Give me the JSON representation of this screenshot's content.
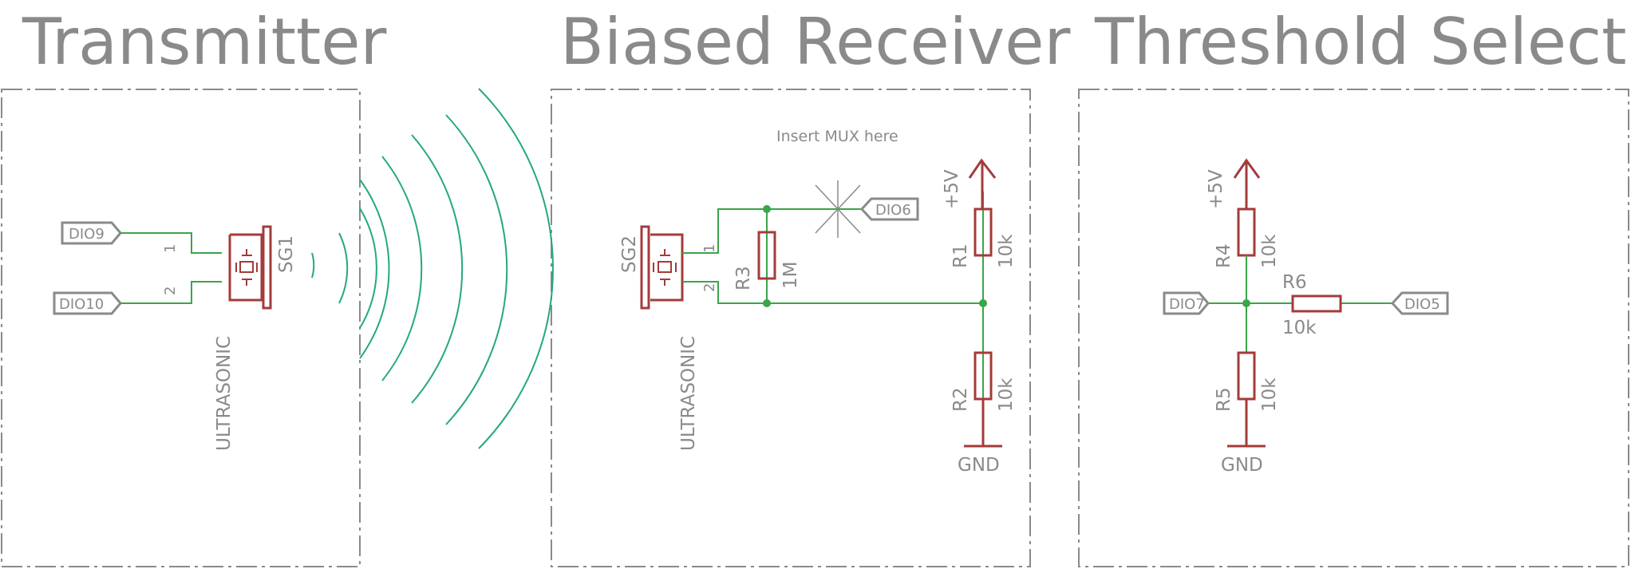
{
  "sections": {
    "transmitter": "Transmitter",
    "receiver": "Biased Receiver",
    "threshold": "Threshold Select"
  },
  "transmitter": {
    "ports": {
      "in_a": "DIO9",
      "in_b": "DIO10"
    },
    "pins": {
      "p1": "1",
      "p2": "2"
    },
    "part": {
      "name": "SG1",
      "value": "ULTRASONIC"
    }
  },
  "receiver": {
    "port_out": "DIO6",
    "note": "Insert MUX here",
    "pins": {
      "p1": "1",
      "p2": "2"
    },
    "part": {
      "name": "SG2",
      "value": "ULTRASONIC"
    },
    "r3": {
      "name": "R3",
      "value": "1M"
    },
    "r1": {
      "name": "R1",
      "value": "10k"
    },
    "r2": {
      "name": "R2",
      "value": "10k"
    },
    "supply": "+5V",
    "ground": "GND"
  },
  "threshold": {
    "port_in": "DIO7",
    "port_out": "DIO5",
    "r4": {
      "name": "R4",
      "value": "10k"
    },
    "r5": {
      "name": "R5",
      "value": "10k"
    },
    "r6": {
      "name": "R6",
      "value": "10k"
    },
    "supply": "+5V",
    "ground": "GND"
  },
  "colors": {
    "wire": "#3aa54a",
    "component": "#a43b3b",
    "wave": "#23a882",
    "frame": "#8a8a8a"
  }
}
